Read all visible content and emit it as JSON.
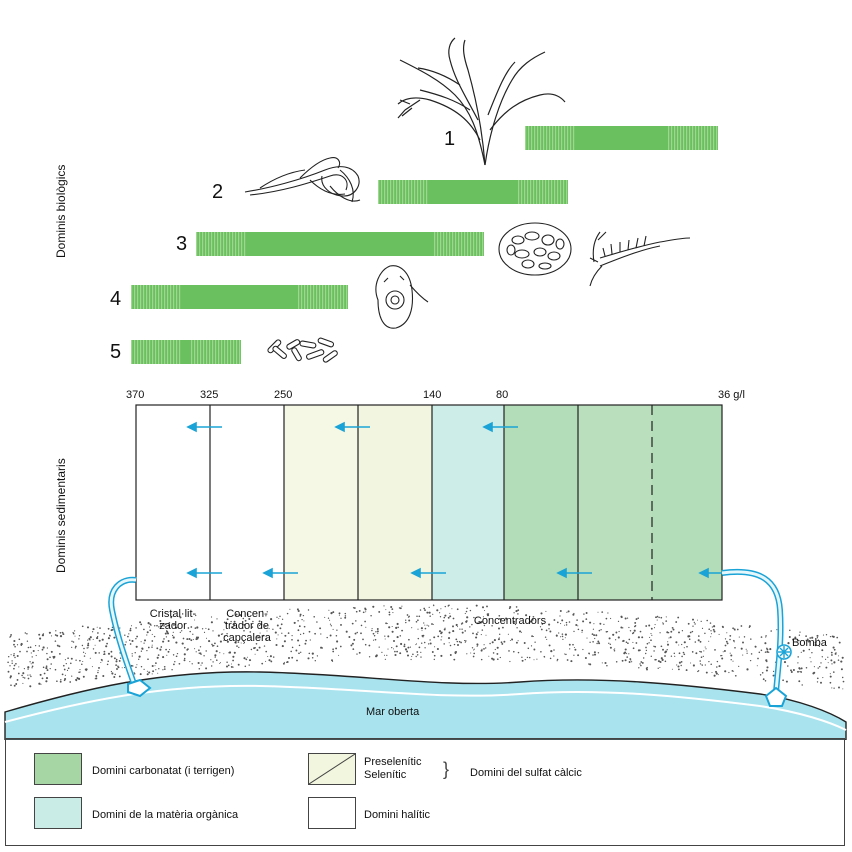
{
  "axes": {
    "biological_label": "Dominis biològics",
    "sedimentary_label": "Dominis sedimentaris"
  },
  "organisms": [
    {
      "number": "1",
      "bar": {
        "start": 525,
        "end": 718
      }
    },
    {
      "number": "2",
      "bar": {
        "start": 378,
        "end": 568
      }
    },
    {
      "number": "3",
      "bar": {
        "start": 196,
        "end": 484
      }
    },
    {
      "number": "4",
      "bar": {
        "start": 131,
        "end": 348
      }
    },
    {
      "number": "5",
      "bar": {
        "start": 131,
        "end": 241
      }
    }
  ],
  "salinity": {
    "ticks": [
      "370",
      "325",
      "250",
      "140",
      "80",
      "36 g/l"
    ]
  },
  "zones": {
    "cristallitzador": "Cristal·lit-\nzador",
    "concentrador_capcalera": "Concen-\ntrador de\ncapçalera",
    "concentradors": "Concentradors"
  },
  "labels": {
    "bomba": "Bomba",
    "mar_oberta": "Mar oberta"
  },
  "legend": {
    "carbonatat": "Domini carbonatat (i terrigen)",
    "materia_organica": "Domini de la matèria orgànica",
    "preselenitic": "Preselenític",
    "selenitic": "Selenític",
    "sulfat": "Domini del sulfat càlcic",
    "halitic": "Domini halític"
  },
  "colors": {
    "carbonate": "#a7d6a5",
    "organic": "#c9ece7",
    "sulfate": "#f3f6df",
    "bar_green": "#6abf5e",
    "arrow_blue": "#1aa3d6",
    "sea": "#a8e3ee"
  }
}
